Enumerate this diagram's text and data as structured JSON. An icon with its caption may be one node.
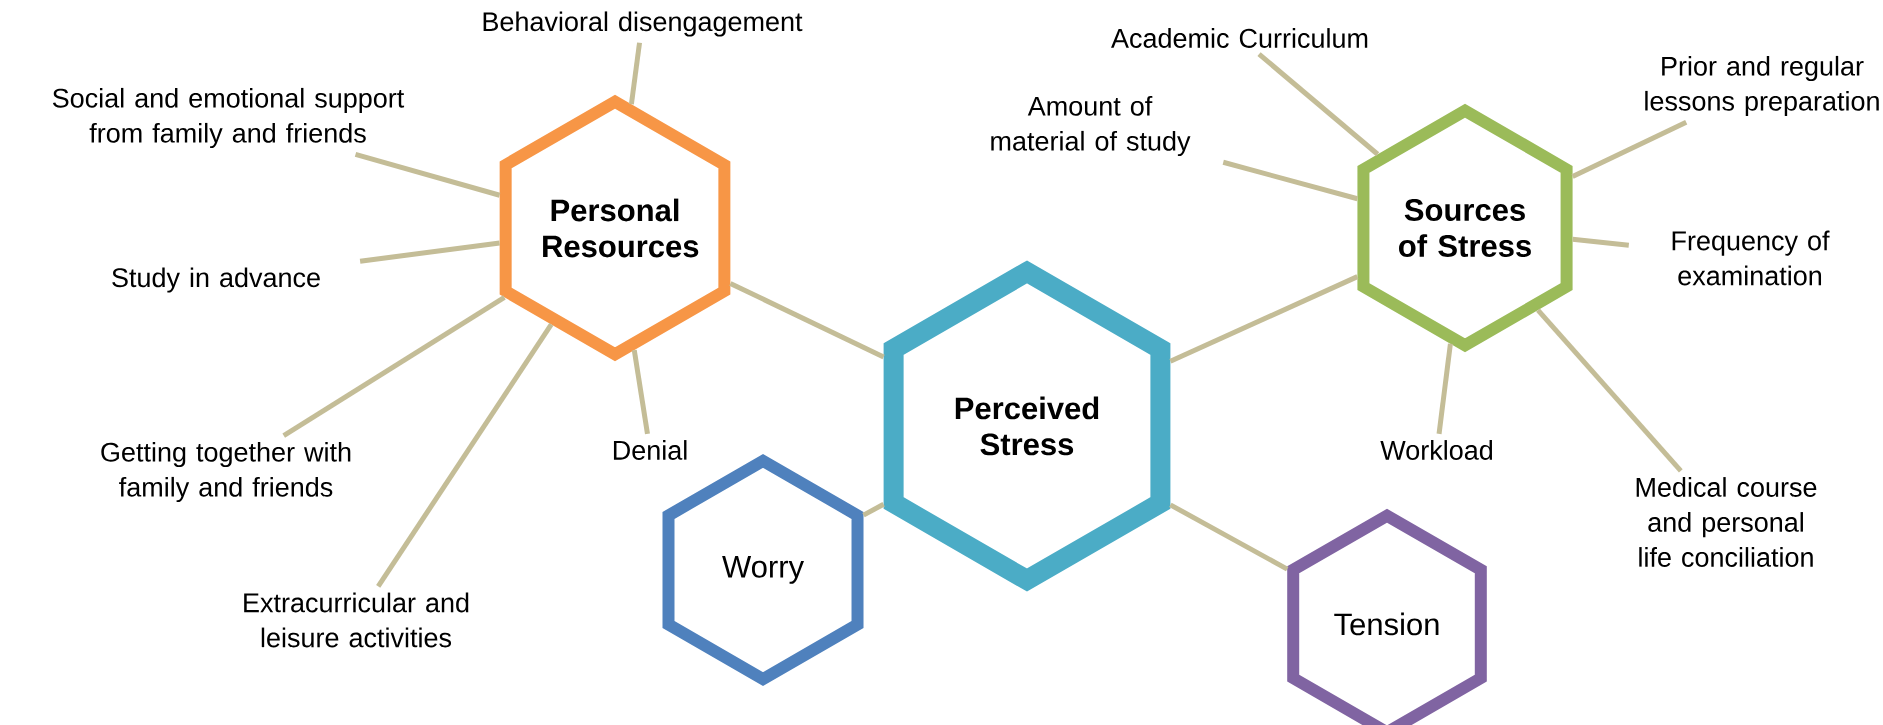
{
  "diagram": {
    "nodes": [
      {
        "text": [
          "Perceived Stress"
        ]
      },
      {
        "text": [
          "Personal Resources"
        ]
      },
      {
        "text": [
          "Sources of Stress"
        ]
      },
      {
        "text": [
          "Worry"
        ]
      },
      {
        "text": [
          "Tension"
        ]
      },
      {
        "text": [
          "Behavioral disengagement"
        ]
      },
      {
        "text": [
          "Social and emotional support from family and friends"
        ]
      },
      {
        "text": [
          "Study in advance"
        ]
      },
      {
        "text": [
          "Getting together with family and friends"
        ]
      },
      {
        "text": [
          "Extracurricular and leisure activities"
        ]
      },
      {
        "text": [
          "Denial"
        ]
      },
      {
        "text": [
          "Academic Curriculum"
        ]
      },
      {
        "text": [
          "Amount of material of study"
        ]
      },
      {
        "text": [
          "Prior and regular lessons preparation"
        ]
      },
      {
        "text": [
          "Frequency of examination"
        ]
      },
      {
        "text": [
          "Workload"
        ]
      },
      {
        "text": [
          "Medical course and personal life conciliation"
        ]
      }
    ],
    "edges": [
      {
        "from": 0,
        "to": 1,
        "arrow": "none"
      },
      {
        "from": 0,
        "to": 2,
        "arrow": "none"
      },
      {
        "from": 0,
        "to": 3,
        "arrow": "none"
      },
      {
        "from": 0,
        "to": 4,
        "arrow": "none"
      },
      {
        "from": 1,
        "to": 5,
        "arrow": "none"
      },
      {
        "from": 1,
        "to": 6,
        "arrow": "none"
      },
      {
        "from": 1,
        "to": 7,
        "arrow": "none"
      },
      {
        "from": 1,
        "to": 8,
        "arrow": "none"
      },
      {
        "from": 1,
        "to": 9,
        "arrow": "none"
      },
      {
        "from": 1,
        "to": 10,
        "arrow": "none"
      },
      {
        "from": 2,
        "to": 11,
        "arrow": "none"
      },
      {
        "from": 2,
        "to": 12,
        "arrow": "none"
      },
      {
        "from": 2,
        "to": 13,
        "arrow": "none"
      },
      {
        "from": 2,
        "to": 14,
        "arrow": "none"
      },
      {
        "from": 2,
        "to": 15,
        "arrow": "none"
      },
      {
        "from": 2,
        "to": 16,
        "arrow": "none"
      }
    ]
  }
}
